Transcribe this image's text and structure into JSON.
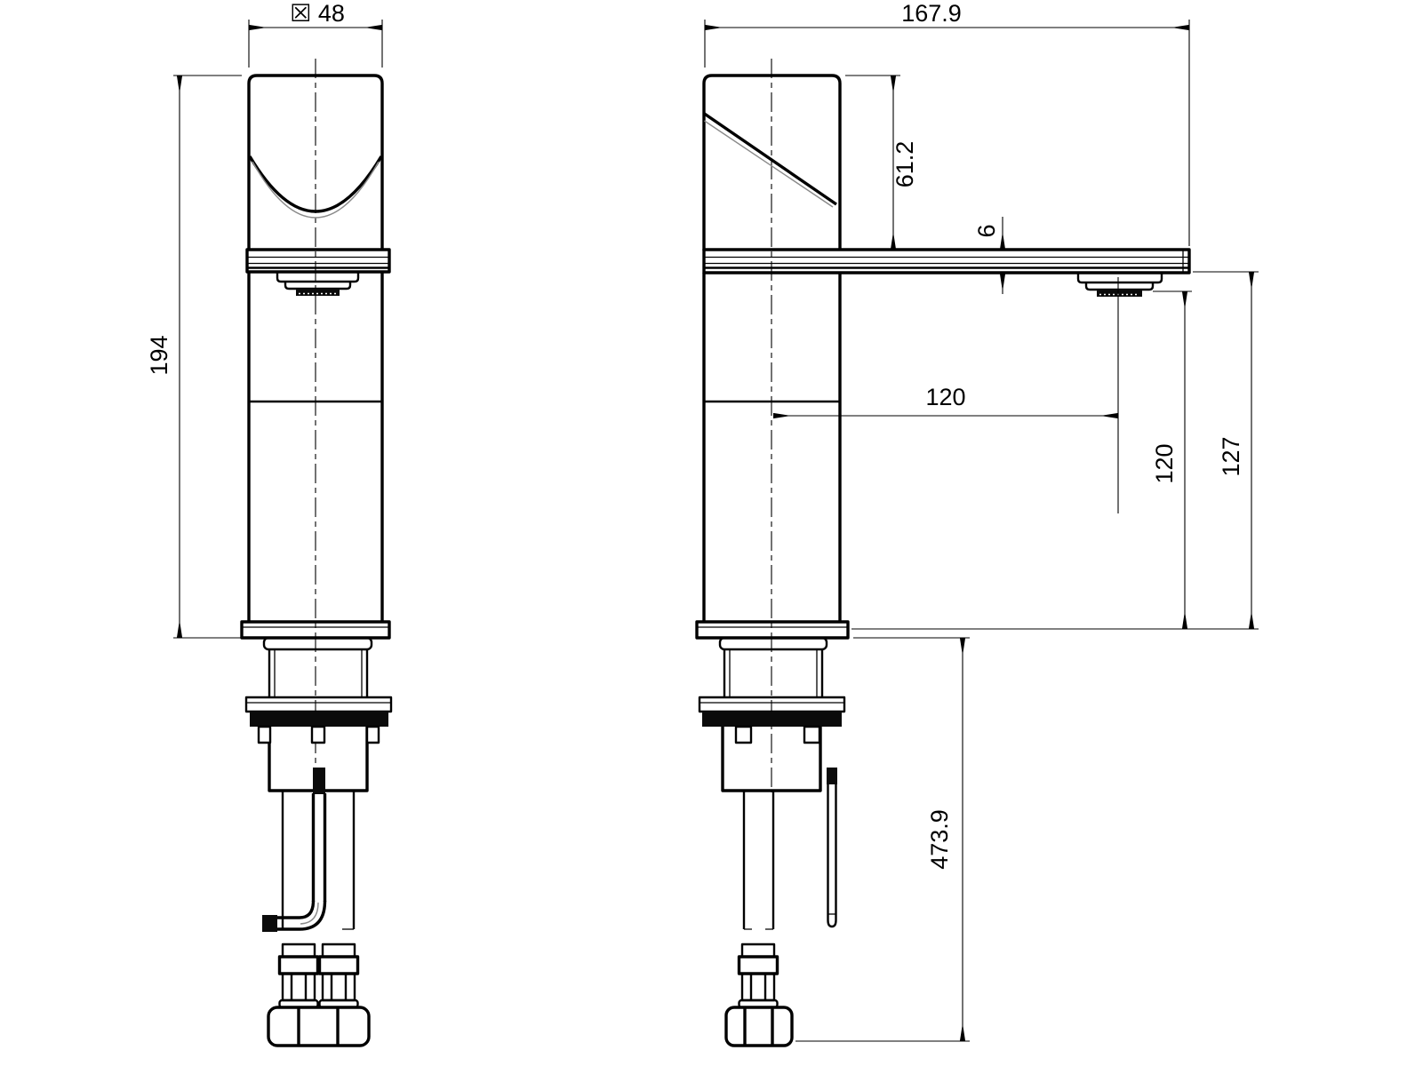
{
  "page": {
    "background": "#ffffff",
    "line_color": "#000000"
  },
  "drawing": {
    "front_view": {
      "dims": {
        "diameter_48": "☒ 48",
        "height_194": "194"
      }
    },
    "side_view": {
      "dims": {
        "depth_167_9": "167.9",
        "handle_61_2": "61.2",
        "plate_6": "6",
        "reach_120": "120",
        "outlet_120": "120",
        "plate_127": "127",
        "hose_473_9": "473.9"
      }
    }
  }
}
